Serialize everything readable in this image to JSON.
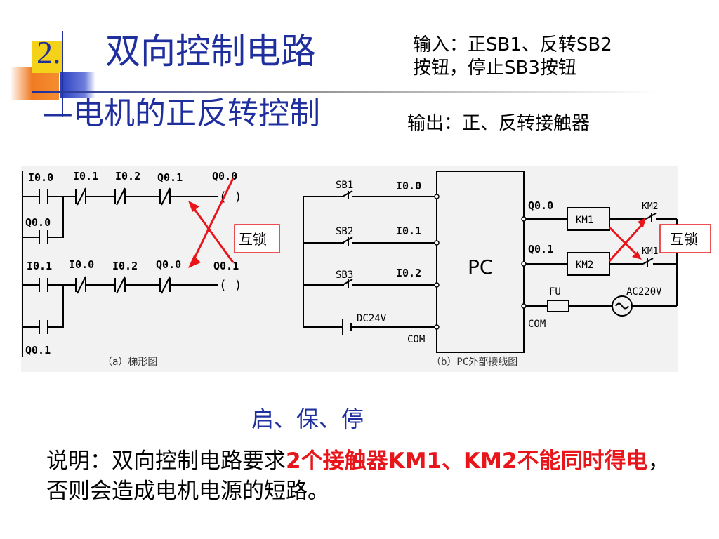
{
  "title": {
    "number": "2.",
    "main": "双向控制电路",
    "subtitle": "—电机的正反转控制"
  },
  "io": {
    "input_line1": "输入：正SB1、反转SB2",
    "input_line2": "按钮，停止SB3按钮",
    "output": "输出：正、反转接触器"
  },
  "ladder": {
    "row1": [
      "I0.0",
      "I0.1",
      "I0.2",
      "Q0.1",
      "Q0.0"
    ],
    "hold1": "Q0.0",
    "row2": [
      "I0.1",
      "I0.0",
      "I0.2",
      "Q0.0",
      "Q0.1"
    ],
    "hold2": "Q0.1",
    "coil": "( )",
    "caption": "（a）梯形图",
    "interlock": "互锁"
  },
  "wiring": {
    "buttons": [
      "SB1",
      "SB2",
      "SB3"
    ],
    "inputs": [
      "I0.0",
      "I0.1",
      "I0.2"
    ],
    "outputs": [
      "Q0.0",
      "Q0.1"
    ],
    "pc": "PC",
    "coils": [
      "KM1",
      "KM2"
    ],
    "contacts": [
      "KM2",
      "KM1"
    ],
    "fuse": "FU",
    "supply_ac": "AC220V",
    "supply_dc": "DC24V",
    "com_in": "COM",
    "com_out": "COM",
    "caption": "（b）PC外部接线图",
    "interlock": "互锁"
  },
  "center_label": "启、保、停",
  "description": {
    "part1": "说明：双向控制电路要求",
    "part2": "2个接触器KM1、KM2不能同时得电",
    "part3": "，否则会造成电机电源的短路。"
  },
  "colors": {
    "title": "#1f2f9e",
    "accent_red": "#e8151b",
    "deco_yellow": "#f5d21a",
    "deco_orange": "#f07a22",
    "deco_blue": "#2b3fbf"
  }
}
